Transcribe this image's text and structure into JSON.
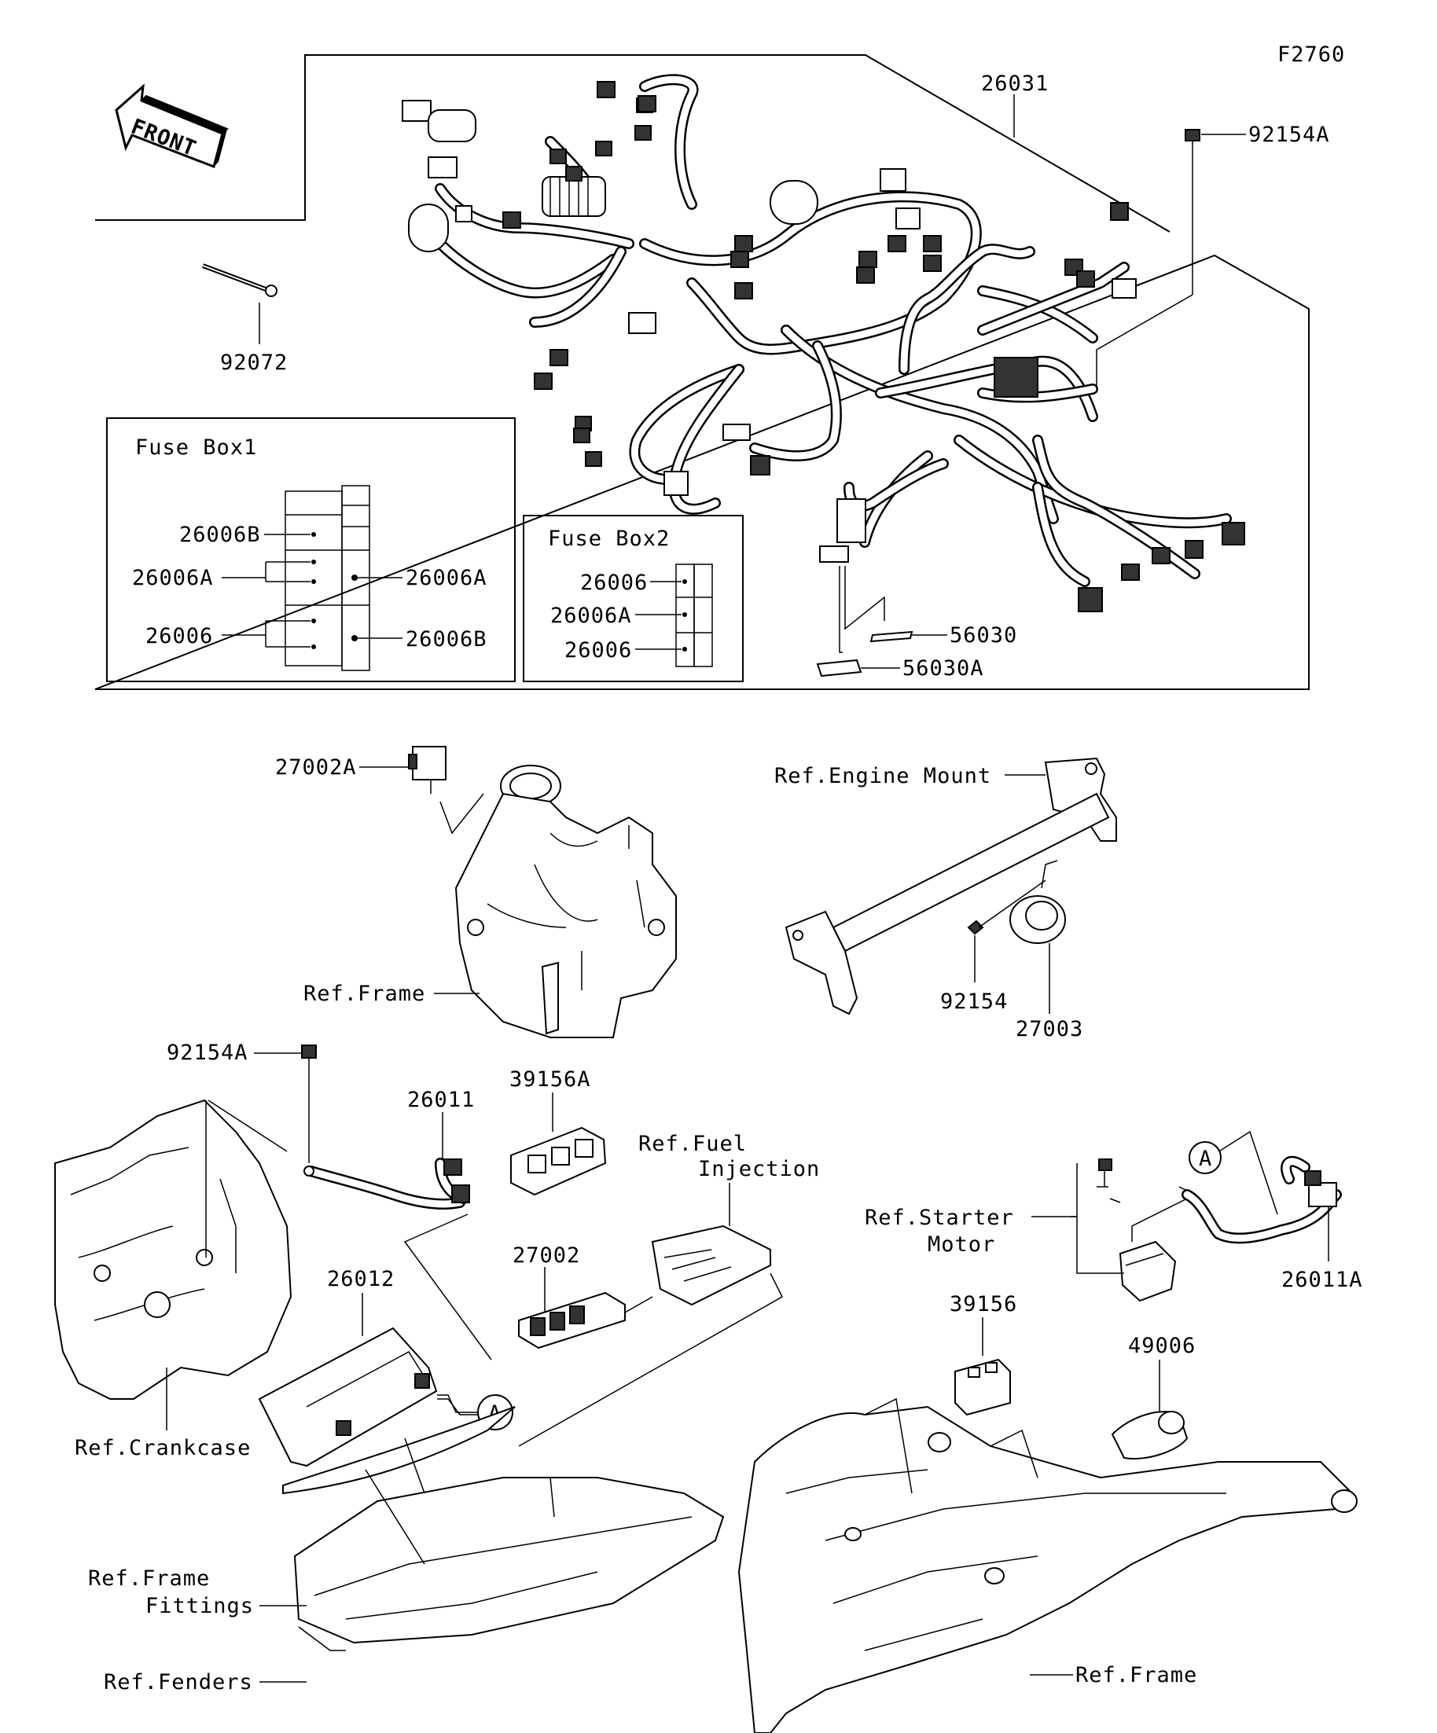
{
  "figure_code": "F2760",
  "front_label": "FRONT",
  "main_harness": {
    "part": "26031",
    "ground_bolt": "92154A",
    "clamp": "92072",
    "labels": [
      "56030",
      "56030A"
    ]
  },
  "fuse_box1": {
    "title": "Fuse Box1",
    "left_labels": [
      "26006B",
      "26006A",
      "26006"
    ],
    "right_labels": [
      "26006A",
      "26006B"
    ]
  },
  "fuse_box2": {
    "title": "Fuse Box2",
    "labels": [
      "26006",
      "26006A",
      "26006"
    ]
  },
  "horn_section": {
    "relay": "27002A",
    "ref_frame": "Ref.Frame",
    "ref_engine_mount": "Ref.Engine Mount",
    "bolt": "92154",
    "horn": "27003"
  },
  "battery_section": {
    "ground_bolt": "92154A",
    "cable": "26011",
    "relay_box_cover": "39156A",
    "ref_fuel_injection_1": "Ref.Fuel",
    "ref_fuel_injection_2": "Injection",
    "relay": "27002",
    "battery": "26012",
    "ref_crankcase": "Ref.Crankcase",
    "ref_frame_fittings_1": "Ref.Frame",
    "ref_frame_fittings_2": "Fittings",
    "ref_fenders": "Ref.Fenders",
    "marker_a": "A"
  },
  "starter_section": {
    "ref_starter_1": "Ref.Starter",
    "ref_starter_2": "Motor",
    "cable": "26011A",
    "cover": "39156",
    "capacitor": "49006",
    "ref_frame": "Ref.Frame",
    "marker_a": "A"
  }
}
